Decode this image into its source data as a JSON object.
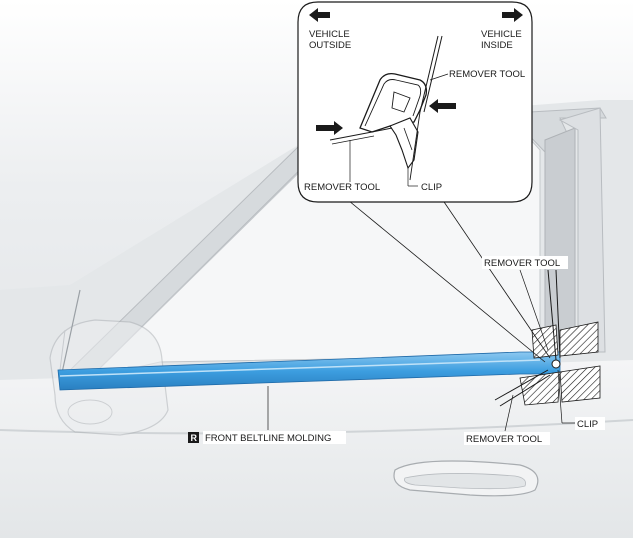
{
  "callout": {
    "vehicle_outside_line1": "VEHICLE",
    "vehicle_outside_line2": "OUTSIDE",
    "vehicle_inside_line1": "VEHICLE",
    "vehicle_inside_line2": "INSIDE",
    "remover_tool_upper": "REMOVER TOOL",
    "remover_tool_lower": "REMOVER TOOL",
    "clip": "CLIP"
  },
  "main": {
    "remover_tool_top": "REMOVER TOOL",
    "remover_tool_bottom": "REMOVER TOOL",
    "clip": "CLIP",
    "part_badge": "R",
    "part_label": "FRONT BELTLINE MOLDING"
  },
  "colors": {
    "molding": "#3d9ee0",
    "molding_highlight": "#8cc8f0",
    "door_panel": "#eef0f2",
    "door_shadow": "#d5d9dc",
    "outline": "#1a1a1a"
  },
  "icons": [
    "arrow-left-icon",
    "arrow-right-icon"
  ]
}
